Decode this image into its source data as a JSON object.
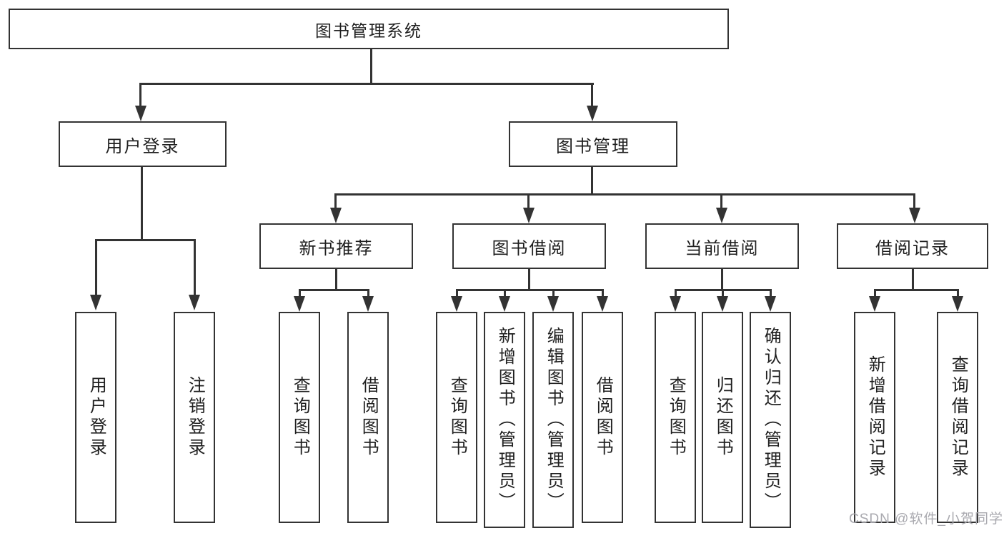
{
  "diagram": {
    "root": "图书管理系统",
    "level2": {
      "user_login": "用户登录",
      "book_management": "图书管理"
    },
    "level3": {
      "new_book_recommend": "新书推荐",
      "book_borrow": "图书借阅",
      "current_borrow": "当前借阅",
      "borrow_records": "借阅记录"
    },
    "leaves": {
      "user_login": "用户登录",
      "logout": "注销登录",
      "recommend_query_books": "查询图书",
      "recommend_borrow_books": "借阅图书",
      "borrow_query_books": "查询图书",
      "borrow_add_books": "新增图书（管理员）",
      "borrow_edit_books": "编辑图书（管理员）",
      "borrow_borrow_books": "借阅图书",
      "current_query_books": "查询图书",
      "current_return_books": "归还图书",
      "current_confirm_return": "确认归还（管理员）",
      "records_add_record": "新增借阅记录",
      "records_query_record": "查询借阅记录"
    }
  },
  "watermark": "CSDN @软件_小贺同学",
  "colors": {
    "line": "#333333",
    "text": "#1f1f1f",
    "background": "#ffffff",
    "watermark": "#a9a9af"
  }
}
